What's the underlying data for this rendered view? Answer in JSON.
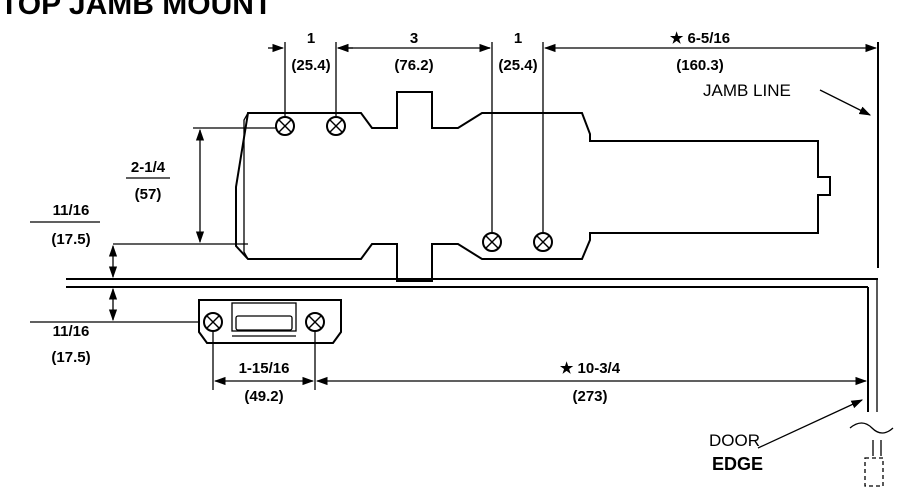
{
  "title": "TOP JAMB MOUNT",
  "dimensions": {
    "top_left_screw_spacing": {
      "imperial": "1",
      "metric": "(25.4)"
    },
    "middle_spacing": {
      "imperial": "3",
      "metric": "(76.2)"
    },
    "right_screw_spacing": {
      "imperial": "1",
      "metric": "(25.4)"
    },
    "to_jamb_line": {
      "imperial": "★ 6-5/16",
      "metric": "(160.3)"
    },
    "body_height": {
      "imperial": "2-1/4",
      "metric": "(57)"
    },
    "upper_offset": {
      "imperial": "11/16",
      "metric": "(17.5)"
    },
    "lower_offset": {
      "imperial": "11/16",
      "metric": "(17.5)"
    },
    "bracket_screw_spacing": {
      "imperial": "1-15/16",
      "metric": "(49.2)"
    },
    "to_door_edge": {
      "imperial": "★  10-3/4",
      "metric": "(273)"
    }
  },
  "labels": {
    "jamb_line": "JAMB LINE",
    "door": "DOOR",
    "edge": "EDGE"
  }
}
